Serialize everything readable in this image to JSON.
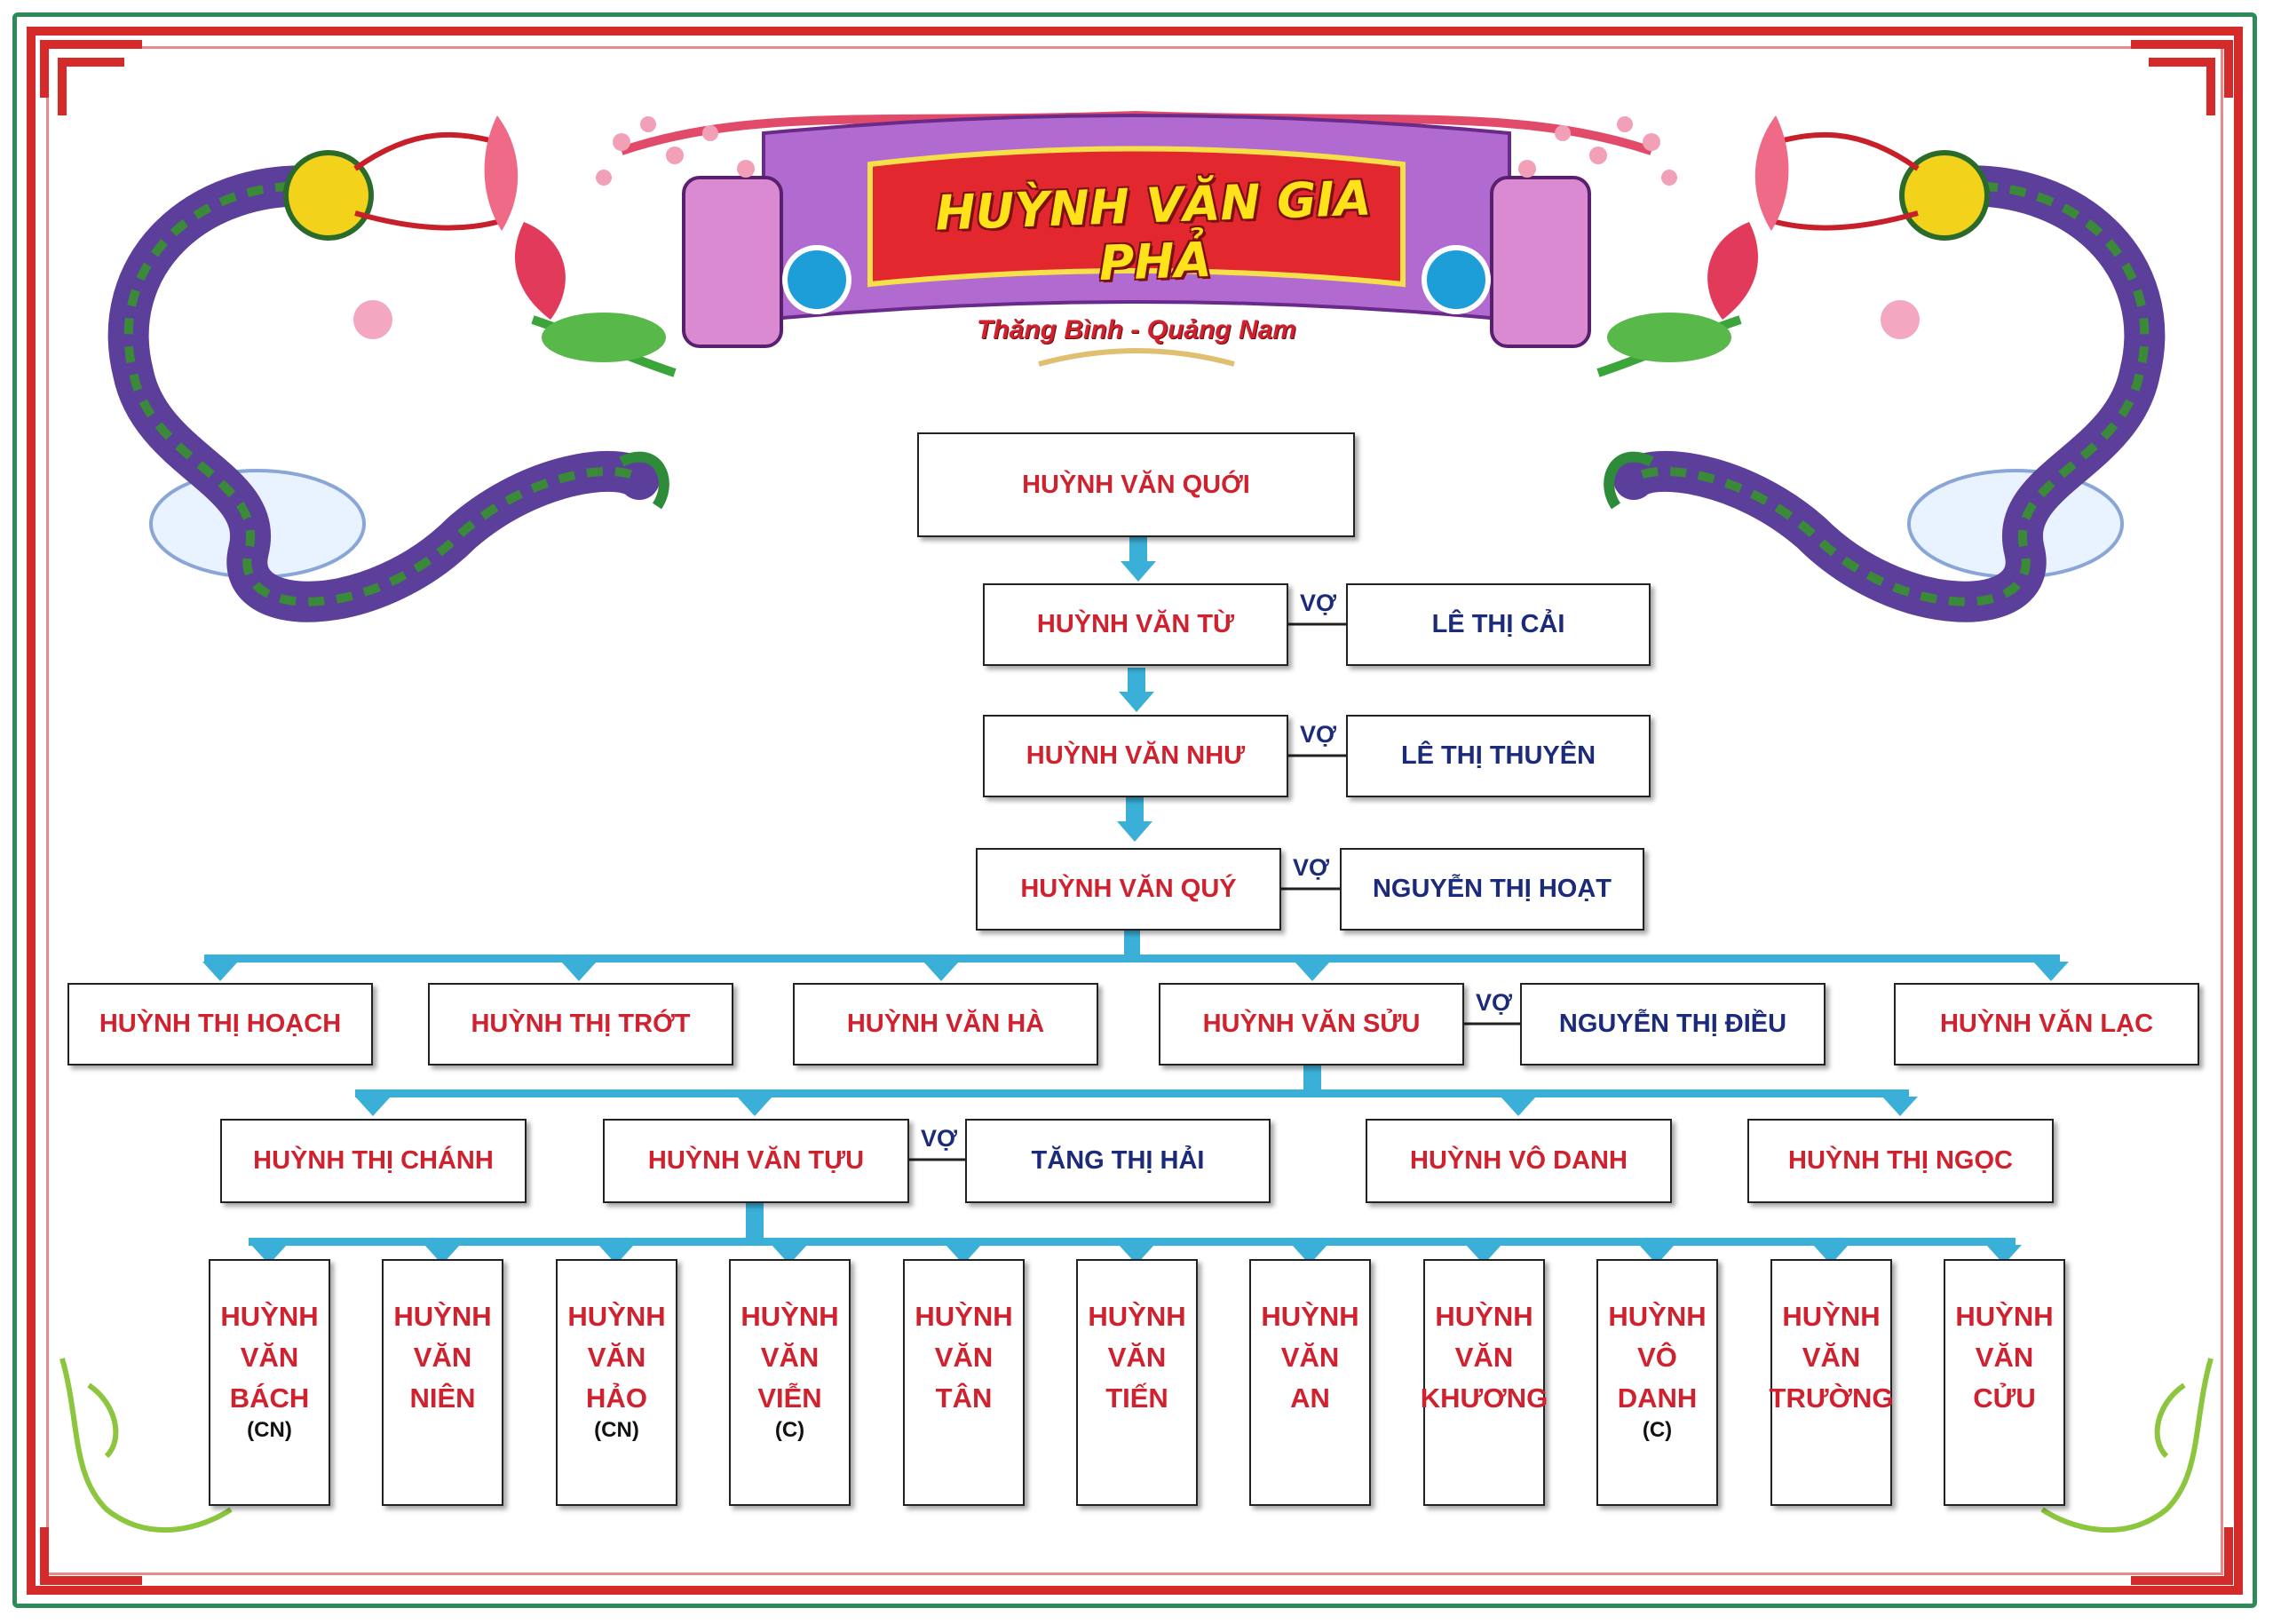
{
  "header": {
    "title": "HUỲNH VĂN GIA PHẢ",
    "subtitle": "Thăng Bình - Quảng Nam"
  },
  "spouse_label": "VỢ",
  "colors": {
    "male_text": "#d0212f",
    "spouse_text": "#1b2b7a",
    "connector": "#3ab0d8",
    "frame": "#d42a2a"
  },
  "generations": {
    "g1": {
      "name": "HUỲNH VĂN QUỚI"
    },
    "g2": {
      "name": "HUỲNH VĂN TỪ",
      "spouse": "LÊ THỊ CẢI"
    },
    "g3": {
      "name": "HUỲNH VĂN NHƯ",
      "spouse": "LÊ THỊ THUYÊN"
    },
    "g4": {
      "name": "HUỲNH VĂN QUÝ",
      "spouse": "NGUYỄN THỊ HOẠT"
    },
    "g5": {
      "children": [
        "HUỲNH THỊ HOẠCH",
        "HUỲNH THỊ TRỚT",
        "HUỲNH VĂN HÀ",
        "HUỲNH VĂN SỬU",
        "HUỲNH VĂN LẠC"
      ],
      "suu_spouse": "NGUYỄN THỊ ĐIỀU"
    },
    "g6": {
      "children": [
        "HUỲNH THỊ CHÁNH",
        "HUỲNH VĂN TỰU",
        "HUỲNH VÔ DANH",
        "HUỲNH THỊ NGỌC"
      ],
      "tuu_spouse": "TĂNG THỊ HẢI"
    },
    "g7": {
      "children": [
        {
          "lines": [
            "HUỲNH",
            "VĂN",
            "BÁCH"
          ],
          "note": "(CN)"
        },
        {
          "lines": [
            "HUỲNH",
            "VĂN",
            "NIÊN"
          ],
          "note": ""
        },
        {
          "lines": [
            "HUỲNH",
            "VĂN",
            "HẢO"
          ],
          "note": "(CN)"
        },
        {
          "lines": [
            "HUỲNH",
            "VĂN",
            "VIỄN"
          ],
          "note": "(C)"
        },
        {
          "lines": [
            "HUỲNH",
            "VĂN",
            "TÂN"
          ],
          "note": ""
        },
        {
          "lines": [
            "HUỲNH",
            "VĂN",
            "TIẾN"
          ],
          "note": ""
        },
        {
          "lines": [
            "HUỲNH",
            "VĂN",
            "AN"
          ],
          "note": ""
        },
        {
          "lines": [
            "HUỲNH",
            "VĂN",
            "KHƯƠNG"
          ],
          "note": ""
        },
        {
          "lines": [
            "HUỲNH",
            "VÔ",
            "DANH"
          ],
          "note": "(C)"
        },
        {
          "lines": [
            "HUỲNH",
            "VĂN",
            "TRƯỜNG"
          ],
          "note": ""
        },
        {
          "lines": [
            "HUỲNH",
            "VĂN",
            "CỬU"
          ],
          "note": ""
        }
      ]
    }
  }
}
